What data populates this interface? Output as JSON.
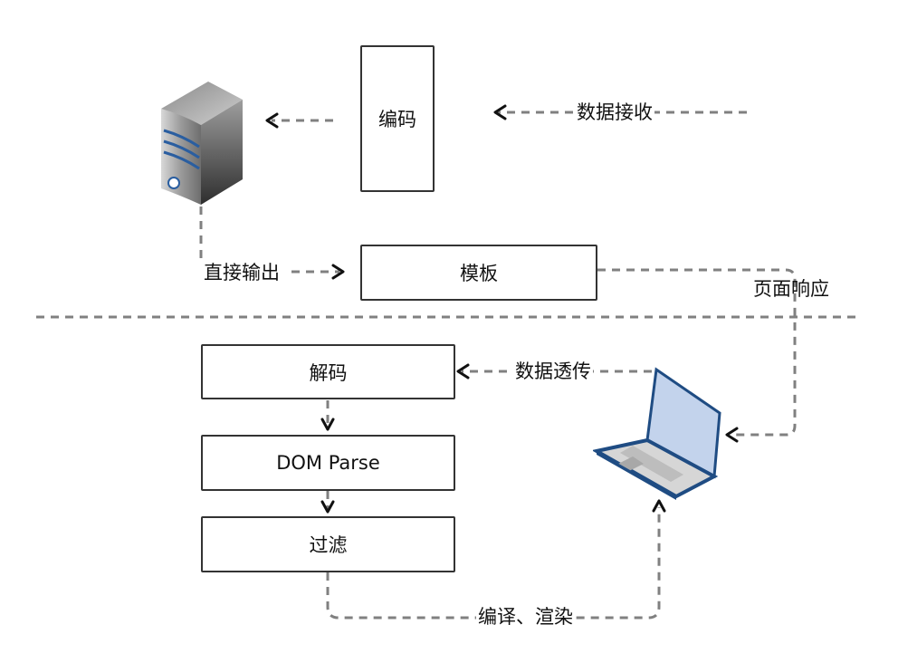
{
  "diagram": {
    "nodes": {
      "encode": "编码",
      "template": "模板",
      "decode": "解码",
      "dom_parse": "DOM Parse",
      "filter": "过滤"
    },
    "edge_labels": {
      "data_receive": "数据接收",
      "direct_output": "直接输出",
      "page_response": "页面响应",
      "data_passthrough": "数据透传",
      "compile_render": "编译、渲染"
    },
    "icons": {
      "server": "server-icon",
      "laptop": "laptop-icon"
    },
    "colors": {
      "box_border": "#333333",
      "dash": "#808080",
      "arrow": "#111111",
      "server_stripe": "#2a5ea0",
      "laptop_screen": "#c3d3ec",
      "laptop_frame": "#1f4c83"
    }
  }
}
